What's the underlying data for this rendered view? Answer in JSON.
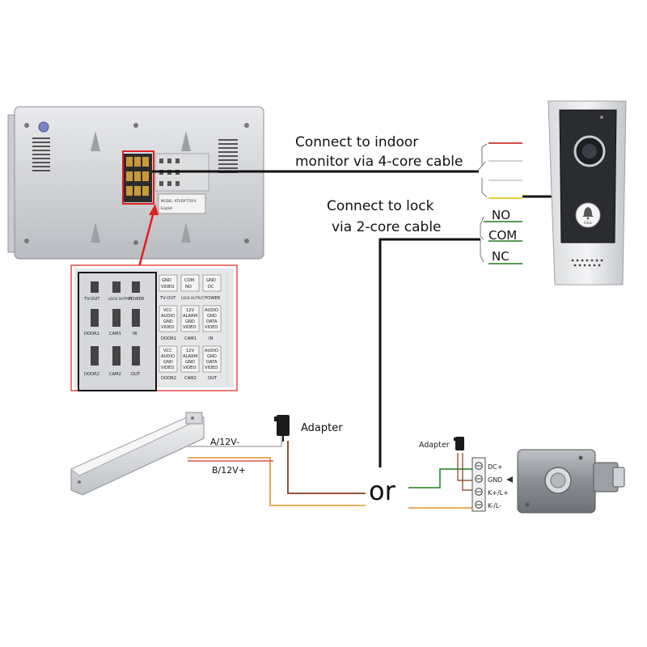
{
  "labels": {
    "indoor_line1": "Connect to indoor",
    "indoor_line2": "monitor via 4-core cable",
    "lock_line1": "Connect to lock",
    "lock_line2": "via 2-core cable",
    "no": "NO",
    "com": "COM",
    "nc": "NC",
    "adapter_main": "Adapter",
    "adapter_small": "Adapter",
    "a_12v": "A/12V-",
    "b_12v": "B/12V+",
    "or": "or",
    "dc_plus": "DC+",
    "gnd": "GND",
    "k_plus": "K+/L+",
    "k_minus": "K-/L-",
    "call": "CALL"
  },
  "monitor": {
    "model": "MODEL: KTVDP-T70F4",
    "lang": "English"
  },
  "terminal_panel": {
    "left_row1": [
      "TV-OUT",
      "LOCK OUTPUT",
      "POWER"
    ],
    "left_row2": [
      "DOOR1",
      "CAM1",
      "IN"
    ],
    "left_row3": [
      "DOOR2",
      "CAM2",
      "OUT"
    ],
    "right_row1": [
      [
        "GND",
        "VIDEO"
      ],
      [
        "COM",
        "NO"
      ],
      [
        "GND",
        "DC"
      ]
    ],
    "right_row1_foot": [
      "TV-OUT",
      "LOCK OUTPUT",
      "POWER"
    ],
    "right_row2": [
      [
        "VCC",
        "AUDIO",
        "GND",
        "VIDEO"
      ],
      [
        "12V",
        "ALARM",
        "GND",
        "VIDEO"
      ],
      [
        "AUDIO",
        "GND",
        "DATA",
        "VIDEO"
      ]
    ],
    "right_row2_foot": [
      "DOOR1",
      "CAM1",
      "IN"
    ],
    "right_row3": [
      [
        "VCC",
        "AUDIO",
        "GND",
        "VIDEO"
      ],
      [
        "12V",
        "ALARM",
        "GND",
        "VIDEO"
      ],
      [
        "AUDIO",
        "GND",
        "DATA",
        "VIDEO"
      ]
    ],
    "right_row3_foot": [
      "DOOR2",
      "CAM2",
      "OUT"
    ]
  },
  "colors": {
    "wire_red": "#d0312d",
    "wire_yellow": "#e6c619",
    "wire_green": "#3d8f3d",
    "wire_white": "#dddddd",
    "cable_black": "#111111",
    "highlight_red": "#e02020",
    "wire_orange": "#e2a24a",
    "wire_brown": "#8b3a1e"
  }
}
